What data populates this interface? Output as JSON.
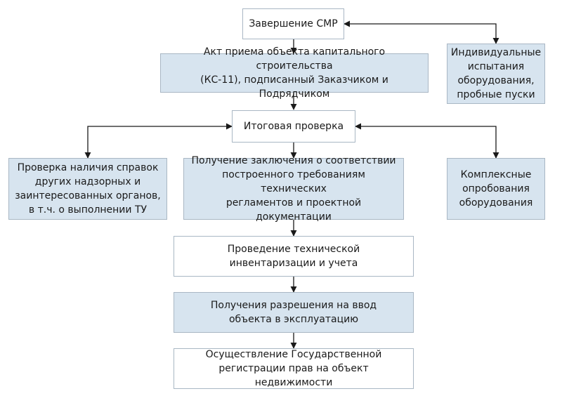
{
  "diagram": {
    "nodes": {
      "smr_completion": "Завершение СМР",
      "individual_tests": "Индивидуальные\nиспытания\nоборудования,\nпробные пуски",
      "ks11_act": "Акт приема объекта капитального строительства\n(КС-11), подписанный Заказчиком и Подрядчиком",
      "final_check": "Итоговая проверка",
      "certificates_check": "Проверка наличия справок\nдругих надзорных и\nзаинтересованных органов,\nв т.ч. о выполнении ТУ",
      "compliance_conclusion": "Получение заключения о соответствии\nпостроенного требованиям технических\nрегламентов и проектной документации",
      "complex_testing": "Комплексные\nопробования\nоборудования",
      "inventory": "Проведение технической\nинвентаризации и учета",
      "permit": "Получения разрешения на ввод\nобъекта в эксплуатацию",
      "registration": "Осуществление Государственной\nрегистрации прав на объект недвижимости"
    },
    "colors": {
      "blue_fill": "#d7e4ef",
      "white_fill": "#ffffff",
      "border": "#a9b7c4",
      "line": "#1a1a1a"
    }
  }
}
